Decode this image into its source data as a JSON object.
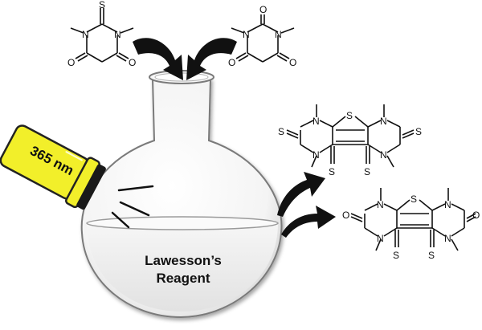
{
  "flask_label": {
    "line1": "Lawesson’s",
    "line2": "Reagent"
  },
  "lamp": {
    "label": "365 nm",
    "color": "#f2ef2a"
  },
  "atoms": {
    "S": "S",
    "O": "O",
    "N": "N"
  },
  "colors": {
    "ink": "#111111",
    "lamp_yellow": "#f2ef2a",
    "lamp_dark": "#1a1a1a",
    "liquid": "#eeeeee"
  }
}
